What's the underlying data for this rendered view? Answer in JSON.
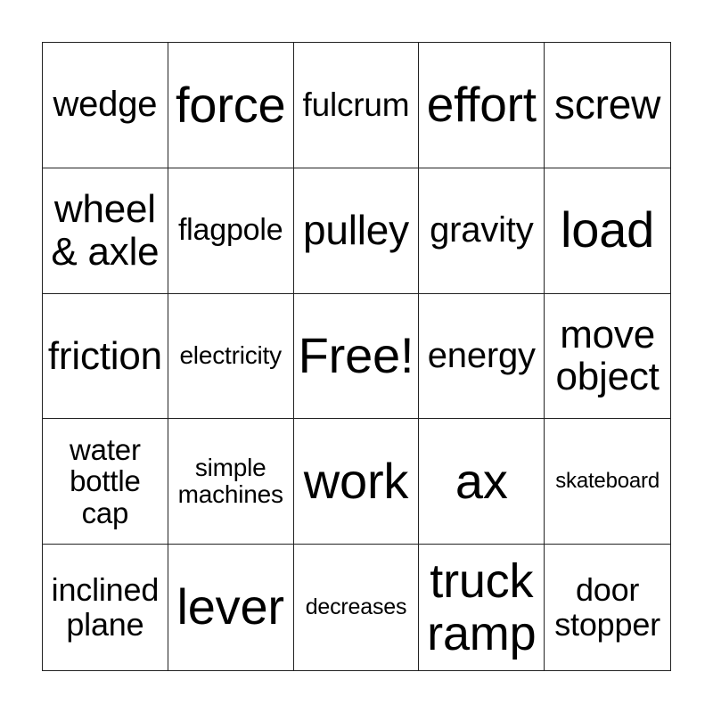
{
  "board": {
    "cells": [
      {
        "text": "wedge",
        "size": 40
      },
      {
        "text": "force",
        "size": 56
      },
      {
        "text": "fulcrum",
        "size": 37
      },
      {
        "text": "effort",
        "size": 55
      },
      {
        "text": "screw",
        "size": 46
      },
      {
        "text": "wheel\n& axle",
        "size": 44
      },
      {
        "text": "flagpole",
        "size": 34
      },
      {
        "text": "pulley",
        "size": 46
      },
      {
        "text": "gravity",
        "size": 40
      },
      {
        "text": "load",
        "size": 56
      },
      {
        "text": "friction",
        "size": 44
      },
      {
        "text": "electricity",
        "size": 28
      },
      {
        "text": "Free!",
        "size": 56
      },
      {
        "text": "energy",
        "size": 40
      },
      {
        "text": "move\nobject",
        "size": 44
      },
      {
        "text": "water\nbottle\ncap",
        "size": 33
      },
      {
        "text": "simple\nmachines",
        "size": 28
      },
      {
        "text": "work",
        "size": 56
      },
      {
        "text": "ax",
        "size": 56
      },
      {
        "text": "skateboard",
        "size": 24
      },
      {
        "text": "inclined\nplane",
        "size": 36
      },
      {
        "text": "lever",
        "size": 56
      },
      {
        "text": "decreases",
        "size": 25
      },
      {
        "text": "truck\nramp",
        "size": 54
      },
      {
        "text": "door\nstopper",
        "size": 36
      }
    ]
  }
}
